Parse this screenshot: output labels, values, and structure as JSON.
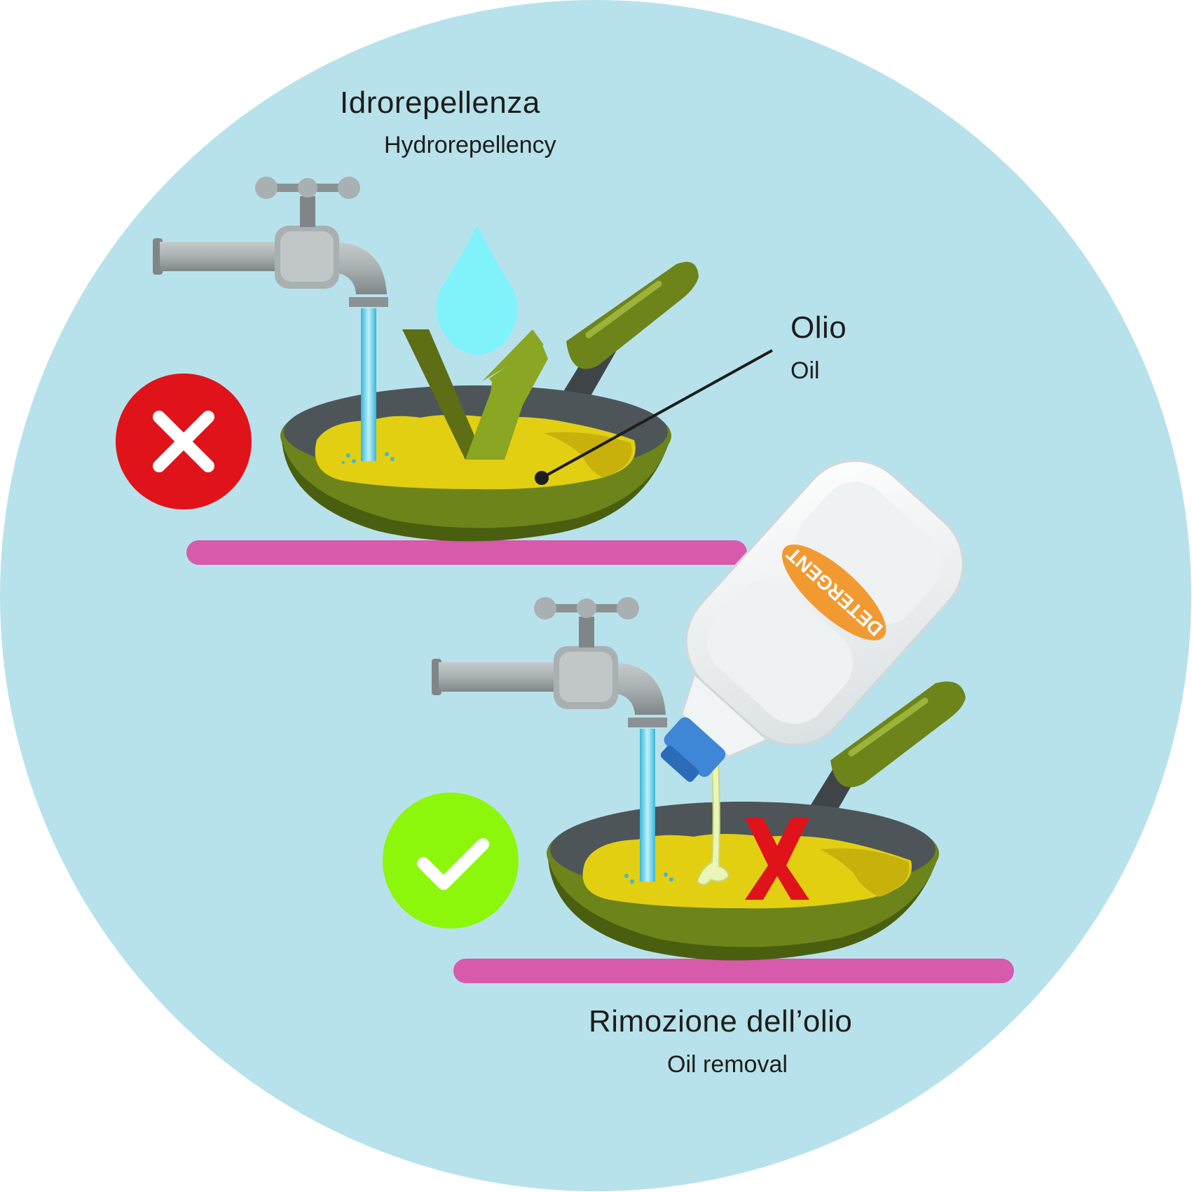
{
  "top_section": {
    "title": "Idrorepellenza",
    "subtitle": "Hydrorepellency",
    "status_icon": "cross-mark-icon"
  },
  "callout": {
    "title": "Olio",
    "subtitle": "Oil"
  },
  "bottom_section": {
    "title": "Rimozione dell’olio",
    "subtitle": "Oil removal",
    "status_icon": "check-mark-icon"
  },
  "bottle": {
    "label": "DETERGENT"
  },
  "colors": {
    "background_circle": "#b8e2eb",
    "oil": "#e2cf12",
    "pan_green": "#6c841a",
    "pan_inner": "#4d5559",
    "stove_pink": "#d75aab",
    "cross_red": "#e0131a",
    "check_green": "#8cf70a",
    "water": "#4fc6e3",
    "label_orange": "#f29a32"
  }
}
